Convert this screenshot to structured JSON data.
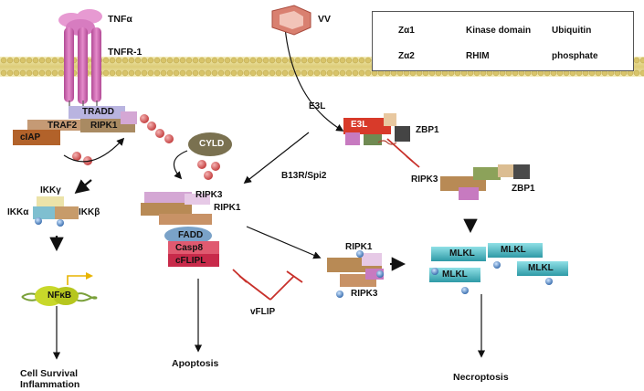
{
  "legend": {
    "z_alpha1": "Zα1",
    "z_alpha2": "Zα2",
    "kinase_domain": "Kinase domain",
    "rhim": "RHIM",
    "ubiquitin": "Ubiquitin",
    "phosphate": "phosphate"
  },
  "receptor": {
    "tnf_alpha": "TNFα",
    "tnfr1": "TNFR-1",
    "tradd": "TRADD",
    "traf2": "TRAF2",
    "ripk1": "RIPK1",
    "ciap": "cIAP"
  },
  "cyld": "CYLD",
  "ikk": {
    "gamma": "IKKγ",
    "alpha": "IKKα",
    "beta": "IKKβ"
  },
  "nfkb": "NFκB",
  "outcomes": {
    "survival": "Cell Survival",
    "inflammation": "Inflammation",
    "apoptosis": "Apoptosis",
    "necroptosis": "Necroptosis"
  },
  "complex2": {
    "ripk3": "RIPK3",
    "ripk1": "RIPK1",
    "fadd": "FADD",
    "casp8": "Casp8",
    "cflip": "cFLIPL"
  },
  "virus": {
    "vv": "VV",
    "e3l_arrow": "E3L",
    "e3l_protein": "E3L",
    "b13r": "B13R/Spi2",
    "vflip": "vFLIP"
  },
  "zbp1_complex": {
    "zbp1_top": "ZBP1",
    "ripk3": "RIPK3",
    "zbp1": "ZBP1"
  },
  "necrosome": {
    "ripk1": "RIPK1",
    "ripk3": "RIPK3"
  },
  "mlkl": [
    "MLKL",
    "MLKL",
    "MLKL",
    "MLKL"
  ],
  "colors": {
    "membrane": "#e7d98a",
    "tnf": "#d96fb8",
    "kinase": "#b88a55",
    "rhim": "#d08ac8",
    "mlkl": "#4fc0c8",
    "casp8": "#d93d5a",
    "e3l": "#d83a2a",
    "inhibitor": "#c8302a"
  }
}
